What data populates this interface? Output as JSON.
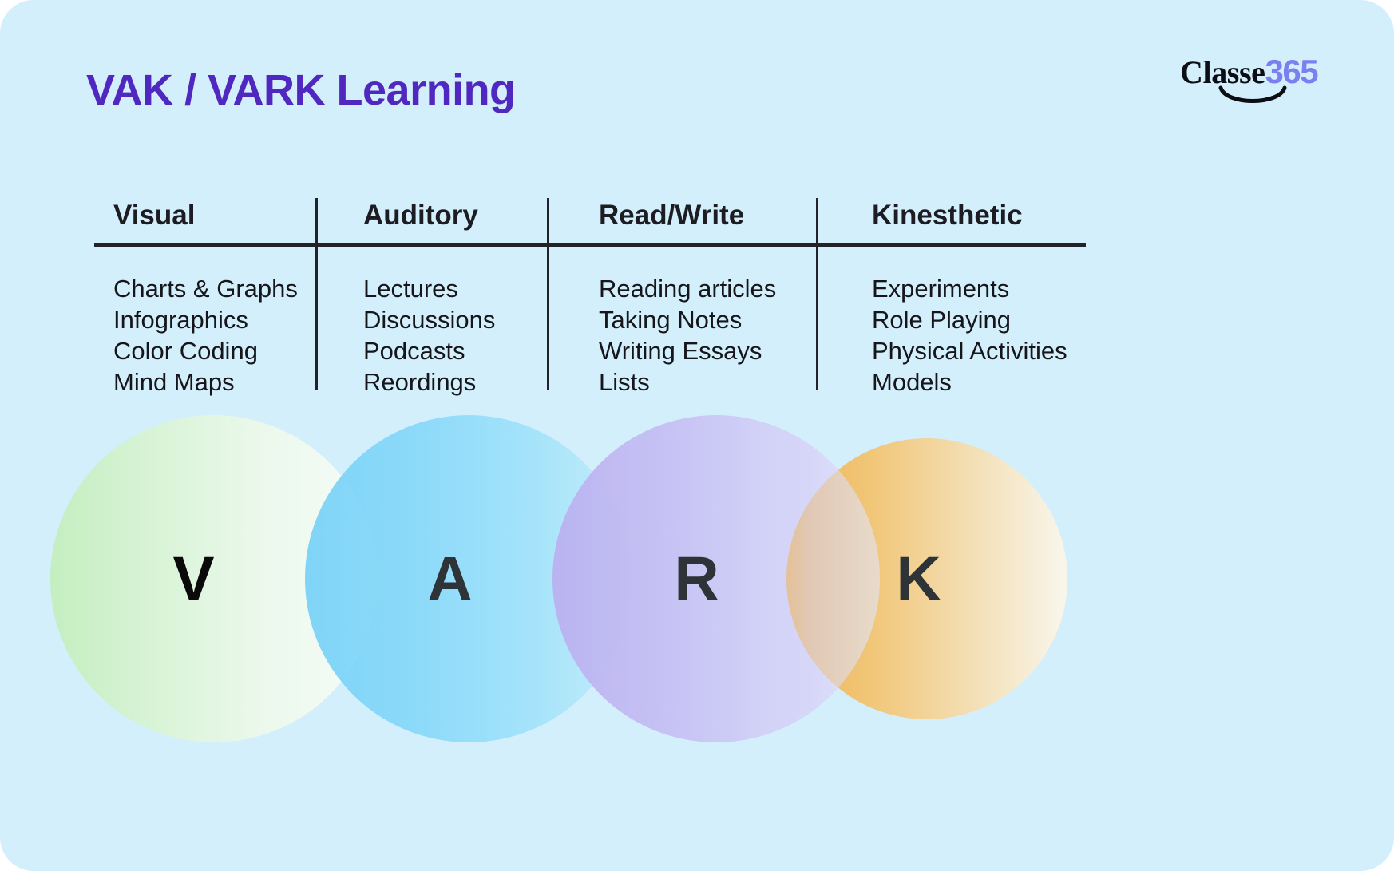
{
  "page": {
    "title": "VAK / VARK Learning",
    "background_color": "#d3effc",
    "title_color": "#5128bf"
  },
  "logo": {
    "word_mark": "Classe",
    "number_mark": "365",
    "word_color": "#0d0d14",
    "number_color": "#7b7ff0",
    "smile_icon": "smile-curve-icon"
  },
  "table": {
    "columns": [
      {
        "header": "Visual",
        "items": [
          "Charts & Graphs",
          "Infographics",
          "Color Coding",
          "Mind Maps"
        ]
      },
      {
        "header": "Auditory",
        "items": [
          "Lectures",
          "Discussions",
          "Podcasts",
          "Reordings"
        ]
      },
      {
        "header": "Read/Write",
        "items": [
          "Reading articles",
          "Taking Notes",
          "Writing Essays",
          "Lists"
        ]
      },
      {
        "header": "Kinesthetic",
        "items": [
          "Experiments",
          "Role Playing",
          "Physical Activities",
          "Models"
        ]
      }
    ]
  },
  "circles": [
    {
      "letter": "V",
      "name": "visual",
      "color": "#c4eec0"
    },
    {
      "letter": "A",
      "name": "auditory",
      "color": "#76d1f7"
    },
    {
      "letter": "R",
      "name": "read-write",
      "color": "#bab0f0"
    },
    {
      "letter": "K",
      "name": "kinesthetic",
      "color": "#edb457"
    }
  ]
}
